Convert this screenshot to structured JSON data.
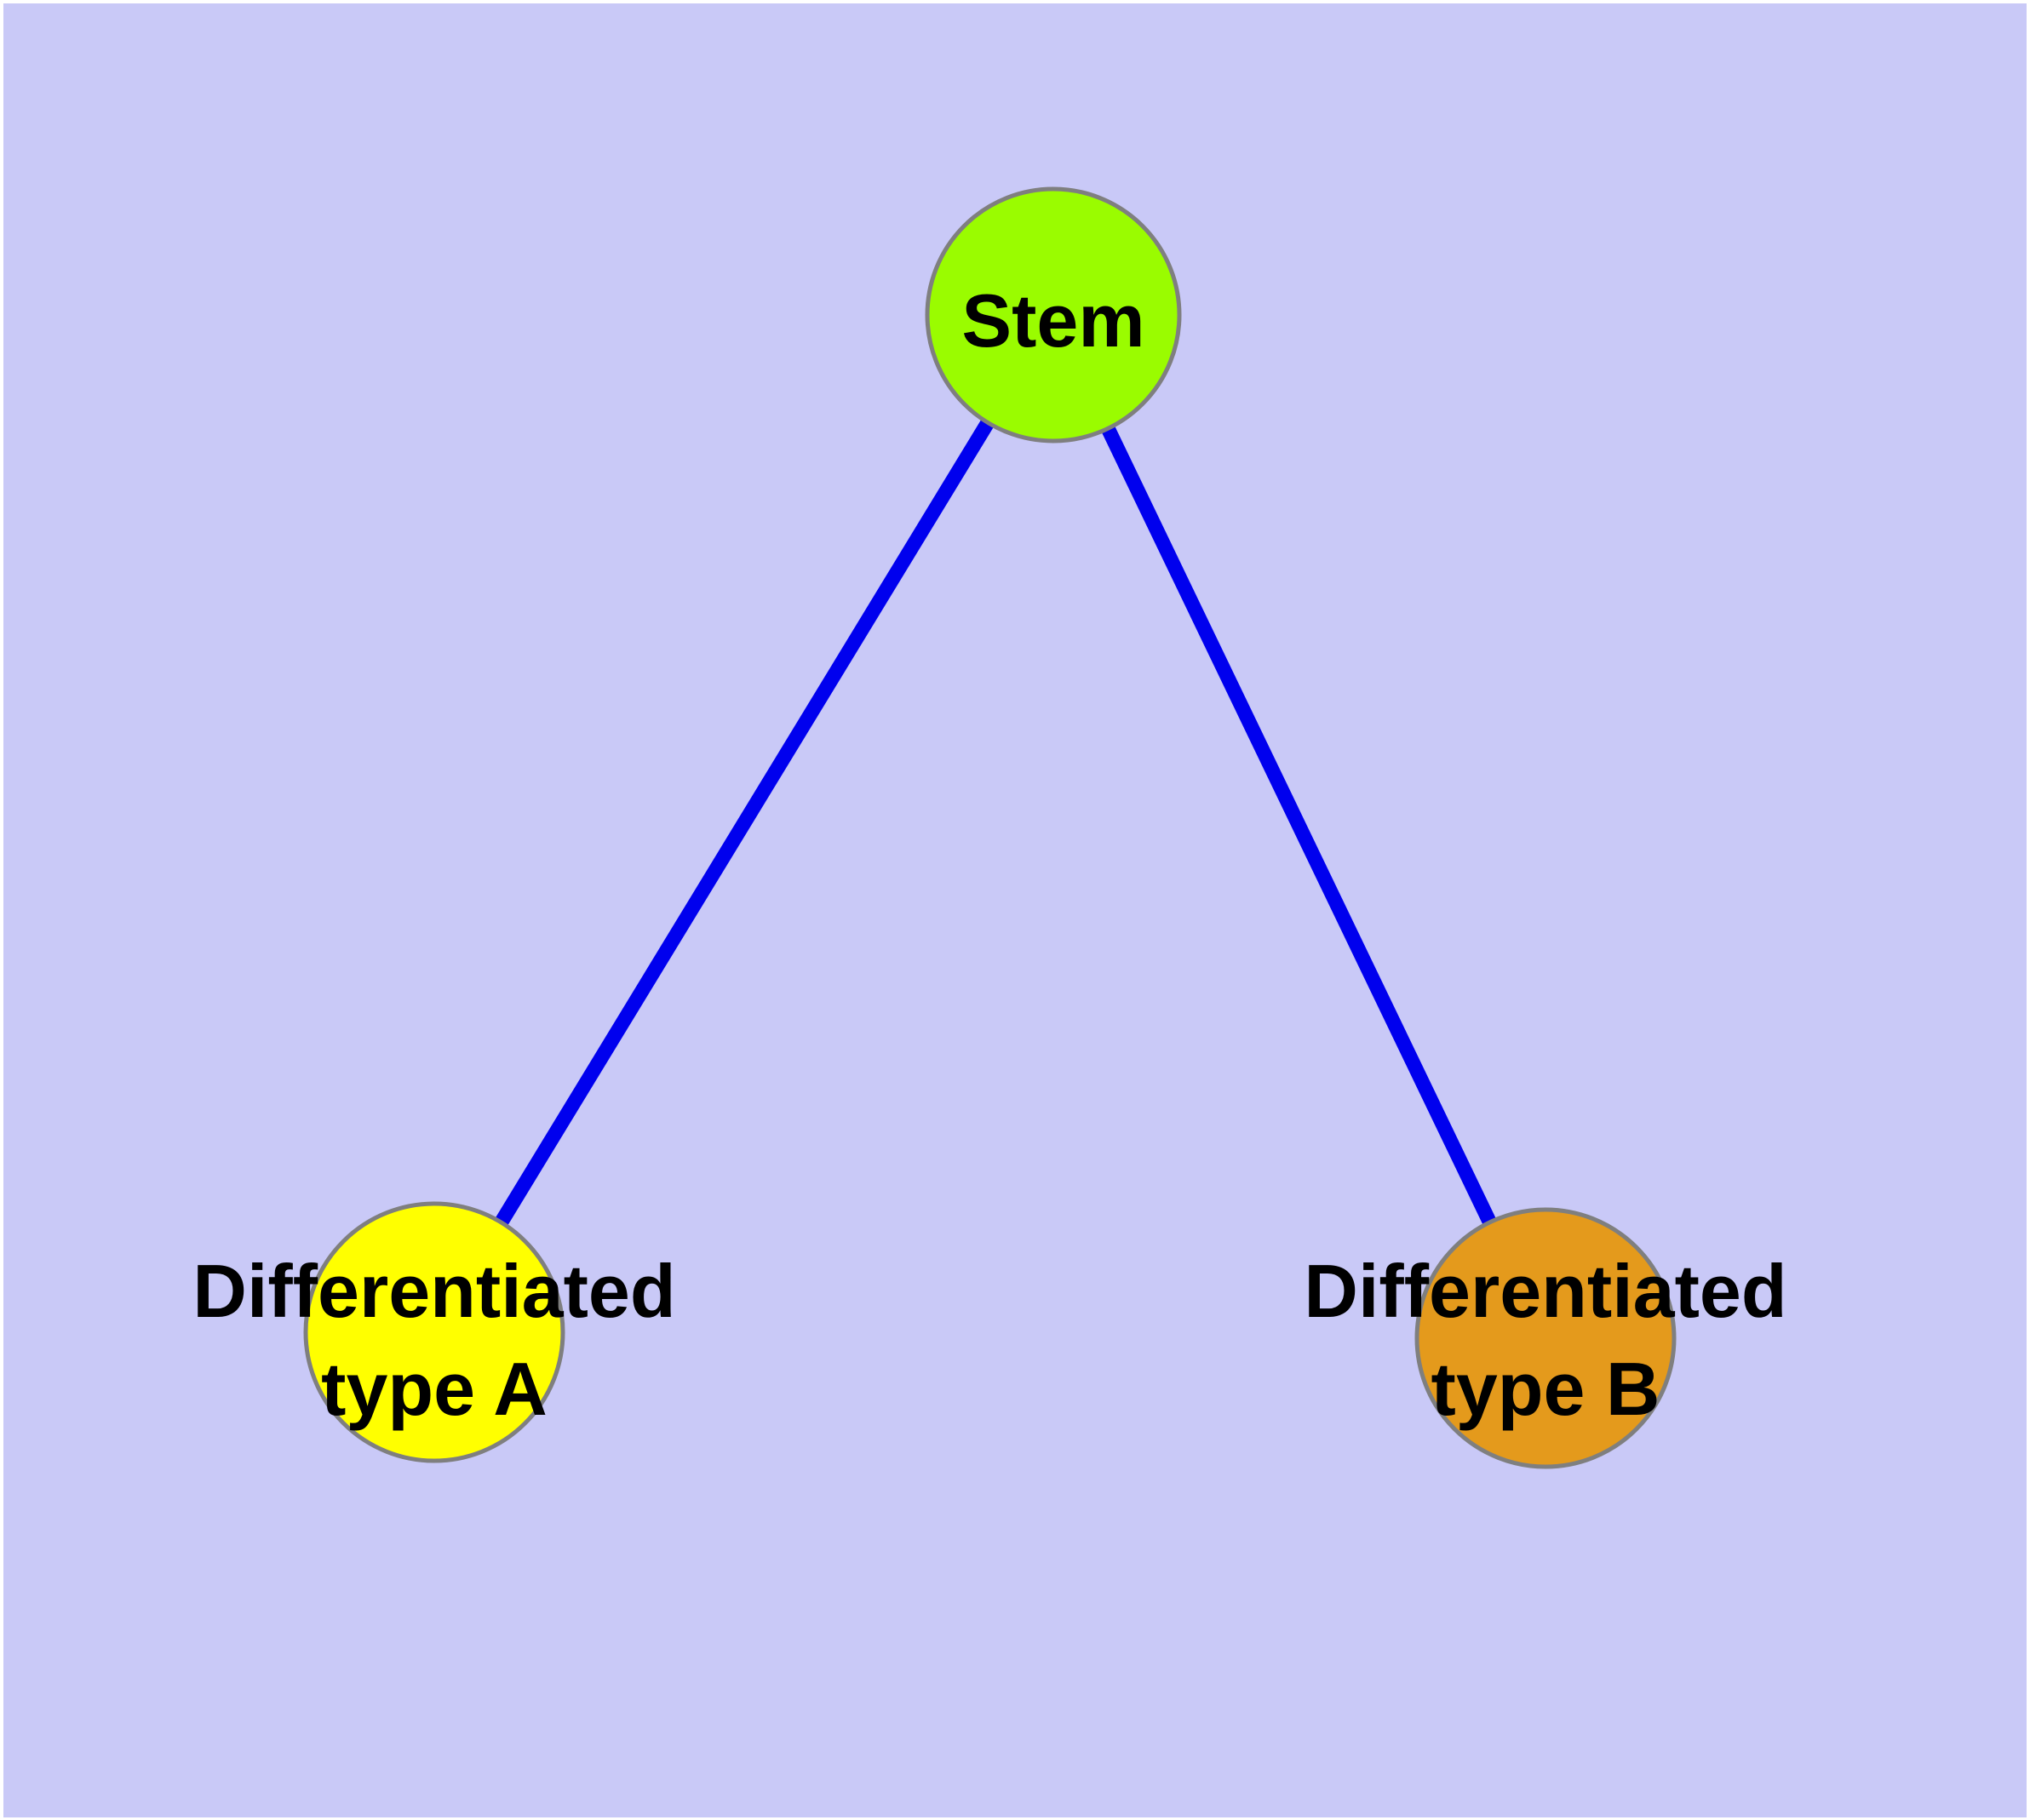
{
  "diagram": {
    "background_color": "#C9C9F7",
    "margin_color": "#FFFFFF",
    "edge_color": "#0000EE",
    "node_border_color": "#7F7F7F",
    "label_color": "#000000",
    "nodes": {
      "stem": {
        "label": "Stem",
        "fill": "#9AFC00"
      },
      "type_a": {
        "label_line1": "Differentiated",
        "label_line2": "type A",
        "fill": "#FFFF00"
      },
      "type_b": {
        "label_line1": "Differentiated",
        "label_line2": "type B",
        "fill": "#E49A1C"
      }
    },
    "edges": [
      {
        "from": "Stem",
        "to": "Differentiated type A"
      },
      {
        "from": "Stem",
        "to": "Differentiated type B"
      }
    ]
  }
}
